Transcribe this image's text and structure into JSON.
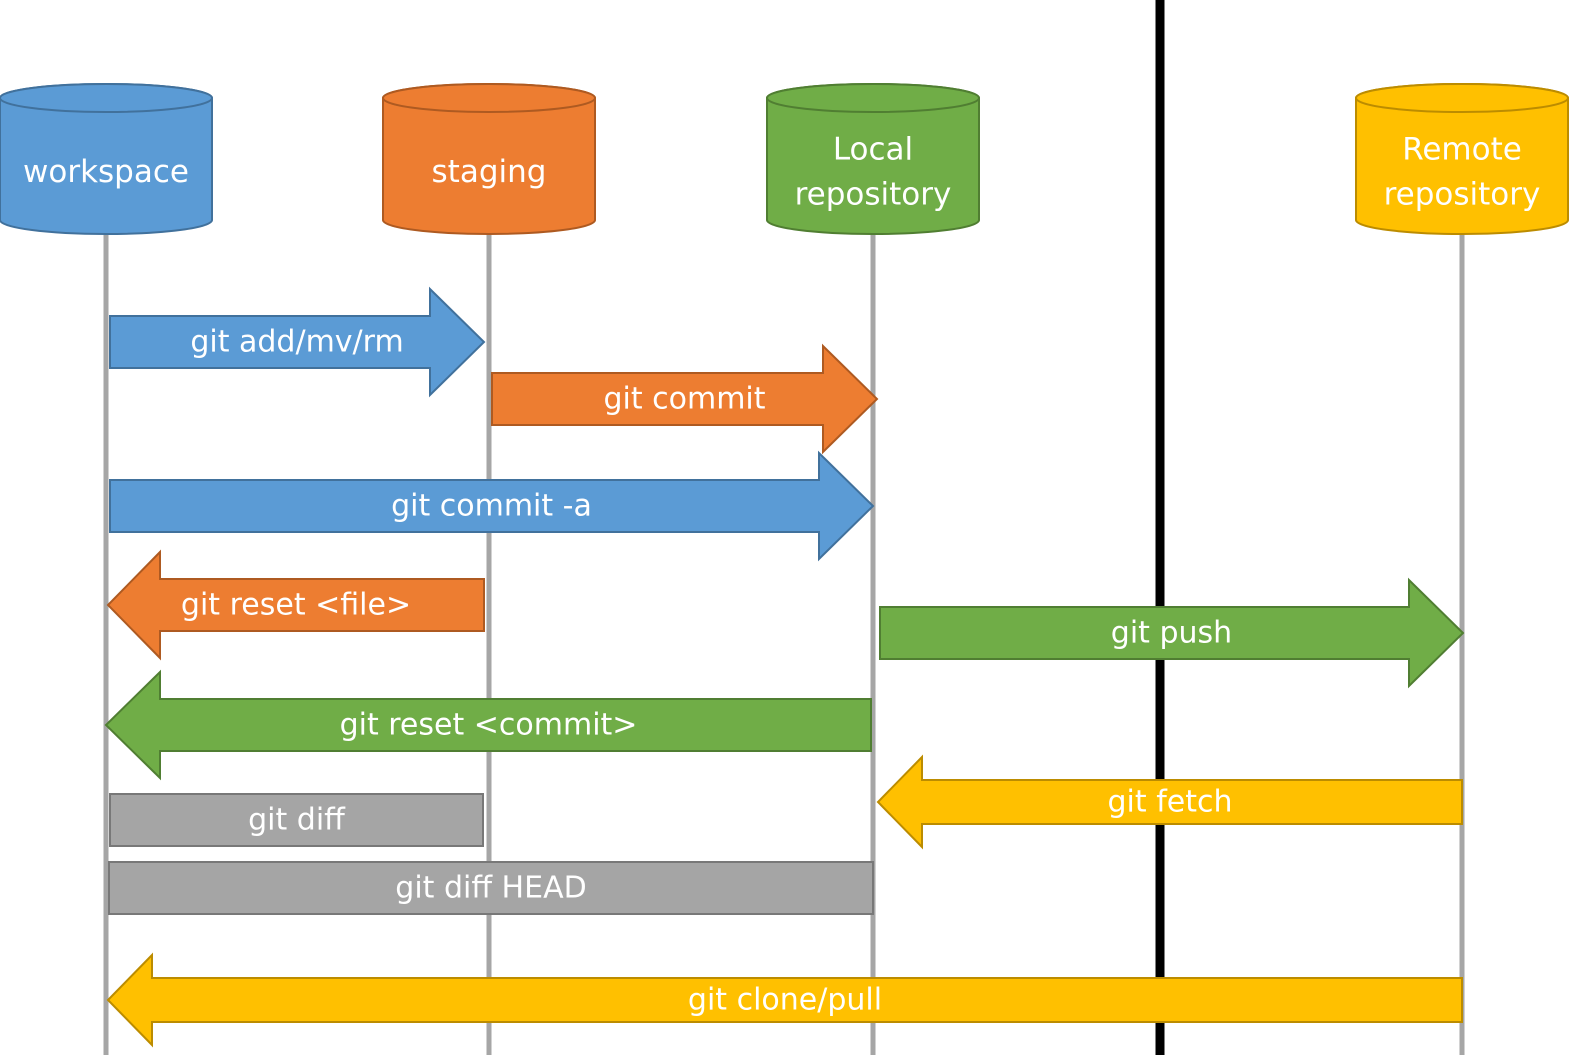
{
  "colors": {
    "blue": "#5B9BD5",
    "blue_stroke": "#41719C",
    "orange": "#ED7D31",
    "orange_stroke": "#AE5A21",
    "green": "#70AD47",
    "green_stroke": "#507E32",
    "yellow": "#FFC000",
    "yellow_stroke": "#BC8C00",
    "gray": "#A5A5A5",
    "gray_stroke": "#787878",
    "lifeline": "#A6A6A6",
    "divider": "#000000",
    "text": "#FFFFFF"
  },
  "nodes": [
    {
      "id": "workspace",
      "lines": [
        "workspace"
      ],
      "color": "blue"
    },
    {
      "id": "staging",
      "lines": [
        "staging"
      ],
      "color": "orange"
    },
    {
      "id": "local",
      "lines": [
        "Local",
        "repository"
      ],
      "color": "green"
    },
    {
      "id": "remote",
      "lines": [
        "Remote",
        "repository"
      ],
      "color": "yellow"
    }
  ],
  "commands": [
    {
      "label": "git add/mv/rm",
      "from": "workspace",
      "to": "staging",
      "color": "blue"
    },
    {
      "label": "git commit",
      "from": "staging",
      "to": "local",
      "color": "orange"
    },
    {
      "label": "git commit -a",
      "from": "workspace",
      "to": "local",
      "color": "blue"
    },
    {
      "label": "git reset <file>",
      "from": "staging",
      "to": "workspace",
      "color": "orange"
    },
    {
      "label": "git push",
      "from": "local",
      "to": "remote",
      "color": "green"
    },
    {
      "label": "git reset <commit>",
      "from": "local",
      "to": "workspace",
      "color": "green"
    },
    {
      "label": "git fetch",
      "from": "remote",
      "to": "local",
      "color": "yellow"
    },
    {
      "label": "git diff",
      "from": "workspace",
      "to": "staging",
      "color": "gray",
      "shape": "bar"
    },
    {
      "label": "git diff HEAD",
      "from": "workspace",
      "to": "local",
      "color": "gray",
      "shape": "bar"
    },
    {
      "label": "git clone/pull",
      "from": "remote",
      "to": "workspace",
      "color": "yellow"
    }
  ]
}
